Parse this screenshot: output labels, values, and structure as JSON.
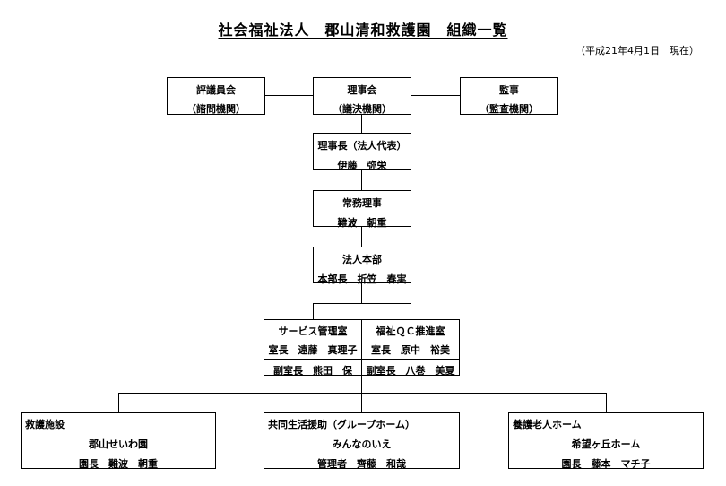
{
  "header": {
    "title": "社会福祉法人　郡山清和救護園　組織一覧",
    "as_of": "（平成21年4月1日　現在）"
  },
  "board": {
    "councillors": {
      "name": "評議員会",
      "role": "（諮問機関）"
    },
    "directors": {
      "name": "理事会",
      "role": "（議決機関）"
    },
    "auditors": {
      "name": "監事",
      "role": "（監査機関）"
    }
  },
  "chairman": {
    "title": "理事長（法人代表）",
    "person": "伊藤　弥栄"
  },
  "executive": {
    "title": "常務理事",
    "person": "難波　朝重"
  },
  "hq": {
    "title": "法人本部",
    "person": "本部長　折笠　春実"
  },
  "service_office": {
    "title": "サービス管理室",
    "chief": "室長　遠藤　真理子",
    "deputy": "副室長　熊田　保"
  },
  "welfare_qc_office": {
    "title": "福祉ＱＣ推進室",
    "chief": "室長　原中　裕美",
    "deputy": "副室長　八巻　美夏"
  },
  "facilities": [
    {
      "type": "救護施設",
      "name": "郡山せいわ園",
      "head": "園長　難波　朝重"
    },
    {
      "type": "共同生活援助（グループホーム）",
      "name": "みんなのいえ",
      "head": "管理者　齊藤　和哉"
    },
    {
      "type": "養護老人ホーム",
      "name": "希望ヶ丘ホーム",
      "head": "園長　藤本　マチ子"
    }
  ]
}
